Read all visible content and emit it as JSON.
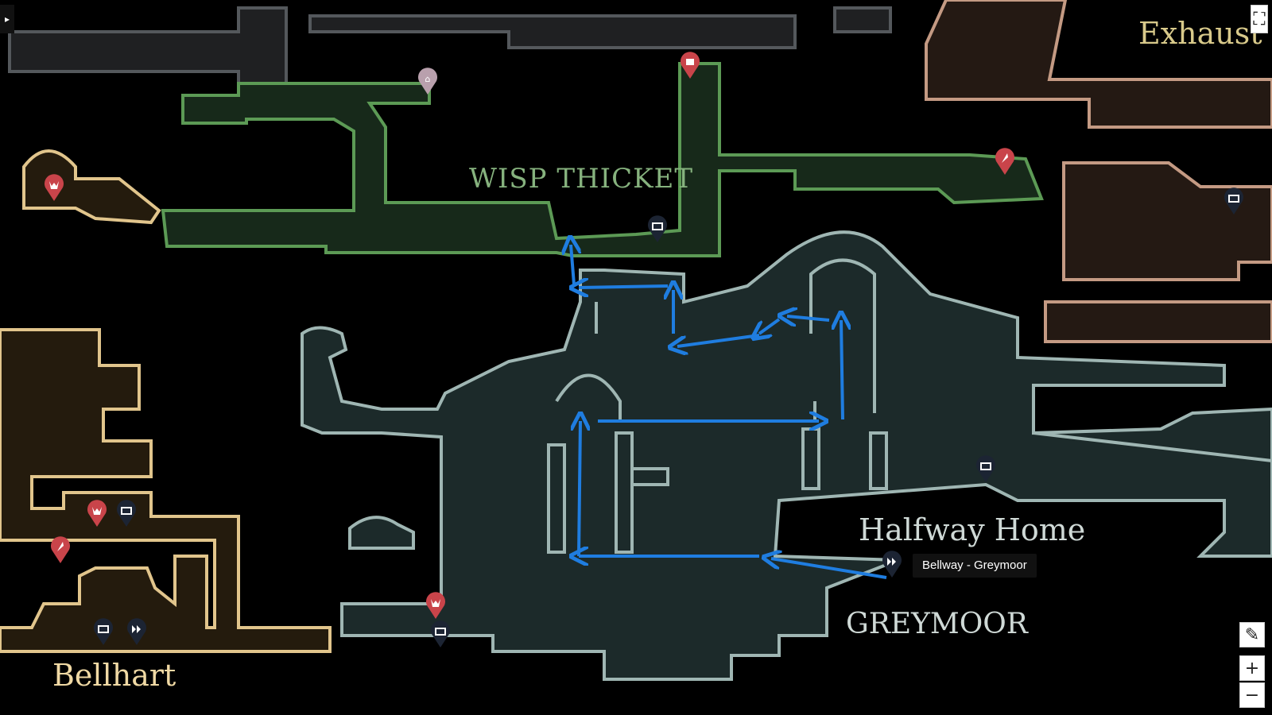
{
  "map": {
    "regions": {
      "wisp_thicket": "WISP THICKET",
      "halfway_home": "Halfway Home",
      "greymoor": "GREYMOOR",
      "bellhart": "Bellhart",
      "exhaust": "Exhaust S"
    },
    "tooltip": "Bellway - Greymoor",
    "colors": {
      "greymoor": "#9fb6b3",
      "wisp_thicket": "#5c9a55",
      "bellhart": "#e1c58c",
      "exhaust": "#c49a83",
      "route": "#1f7de0",
      "pin_red": "#c9444a",
      "pin_dark": "#1c2433"
    },
    "markers": [
      {
        "type": "bench-icon"
      },
      {
        "type": "bellway-icon"
      },
      {
        "type": "shop-icon"
      },
      {
        "type": "quill-icon"
      },
      {
        "type": "crest-icon"
      }
    ]
  },
  "controls": {
    "draw": "✎",
    "zoom_in": "+",
    "zoom_out": "−",
    "panel_toggle": "▸",
    "fullscreen": "⛶"
  }
}
